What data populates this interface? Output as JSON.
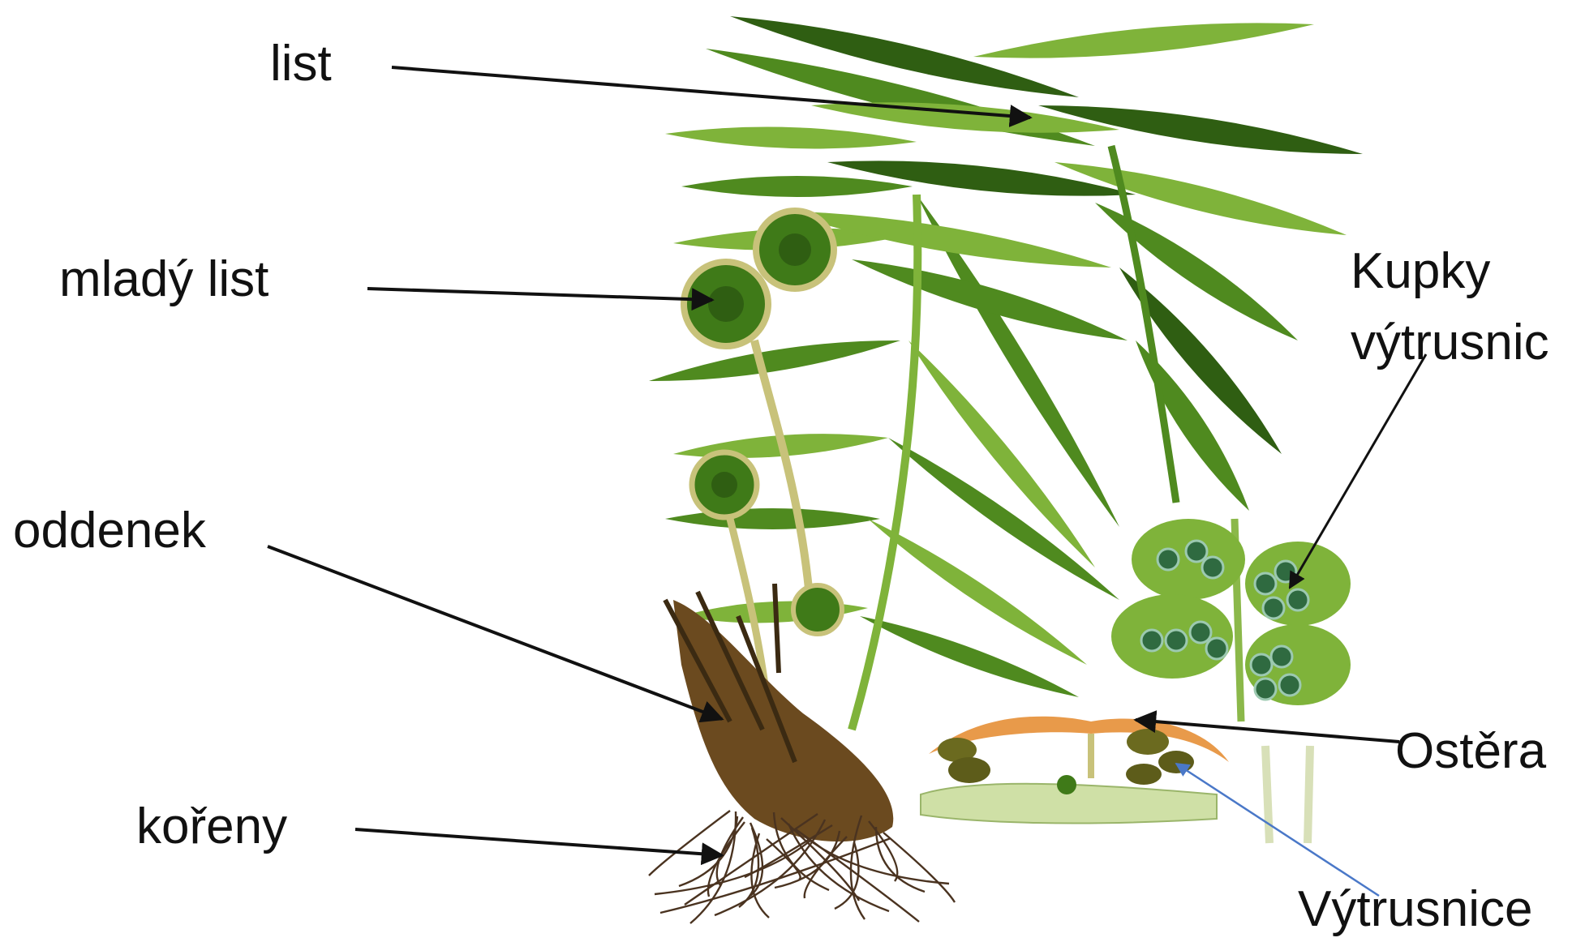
{
  "labels": {
    "leaf": "list",
    "young_leaf": "mladý list",
    "rhizome": "oddenek",
    "roots": "kořeny",
    "sori_line1": "Kupky",
    "sori_line2": "výtrusnic",
    "indusium": "Ostěra",
    "sporangia": "Výtrusnice"
  },
  "colors": {
    "frond": "#4f8a1f",
    "frond_light": "#7fb33a",
    "frond_dark": "#2f5e12",
    "rhizome": "#6b4a1f",
    "roots": "#4a3320",
    "indusium": "#e89a4a",
    "section": "#cfe0a6",
    "arrow": "#111111",
    "arrow_blue": "#4a78c8"
  }
}
